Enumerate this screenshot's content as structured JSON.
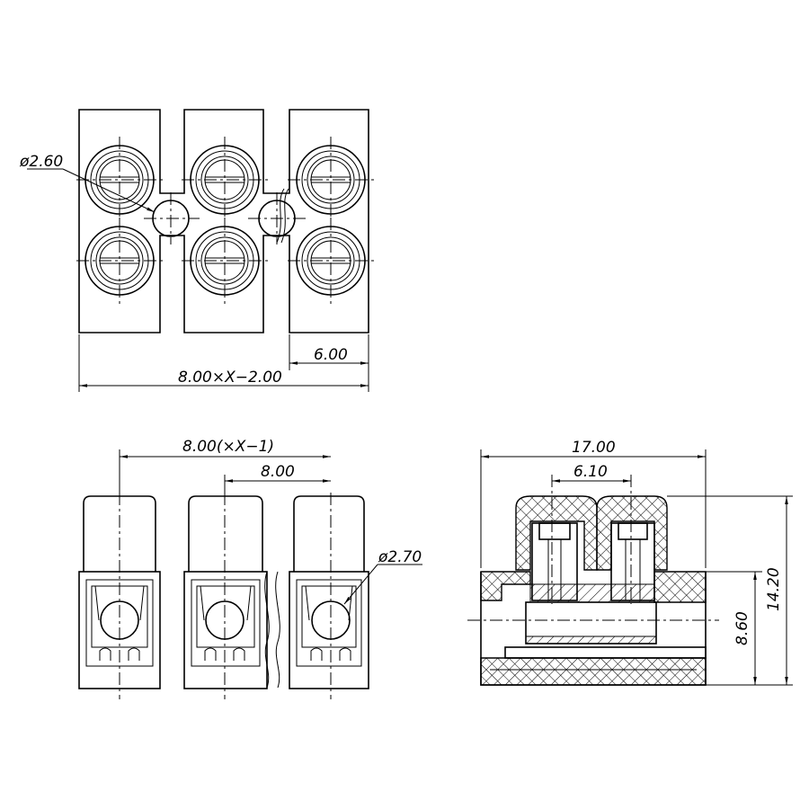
{
  "top_view": {
    "dim_hole_diameter": "ø2.60",
    "dim_pitch_width": "6.00",
    "dim_overall_width": "8.00×X−2.00"
  },
  "front_view": {
    "dim_pitch_total": "8.00(×X−1)",
    "dim_pitch": "8.00",
    "dim_hole_diameter": "ø2.70"
  },
  "side_view": {
    "dim_total_length": "17.00",
    "dim_screw_spacing": "6.10",
    "dim_total_height": "14.20",
    "dim_base_height": "8.60"
  }
}
